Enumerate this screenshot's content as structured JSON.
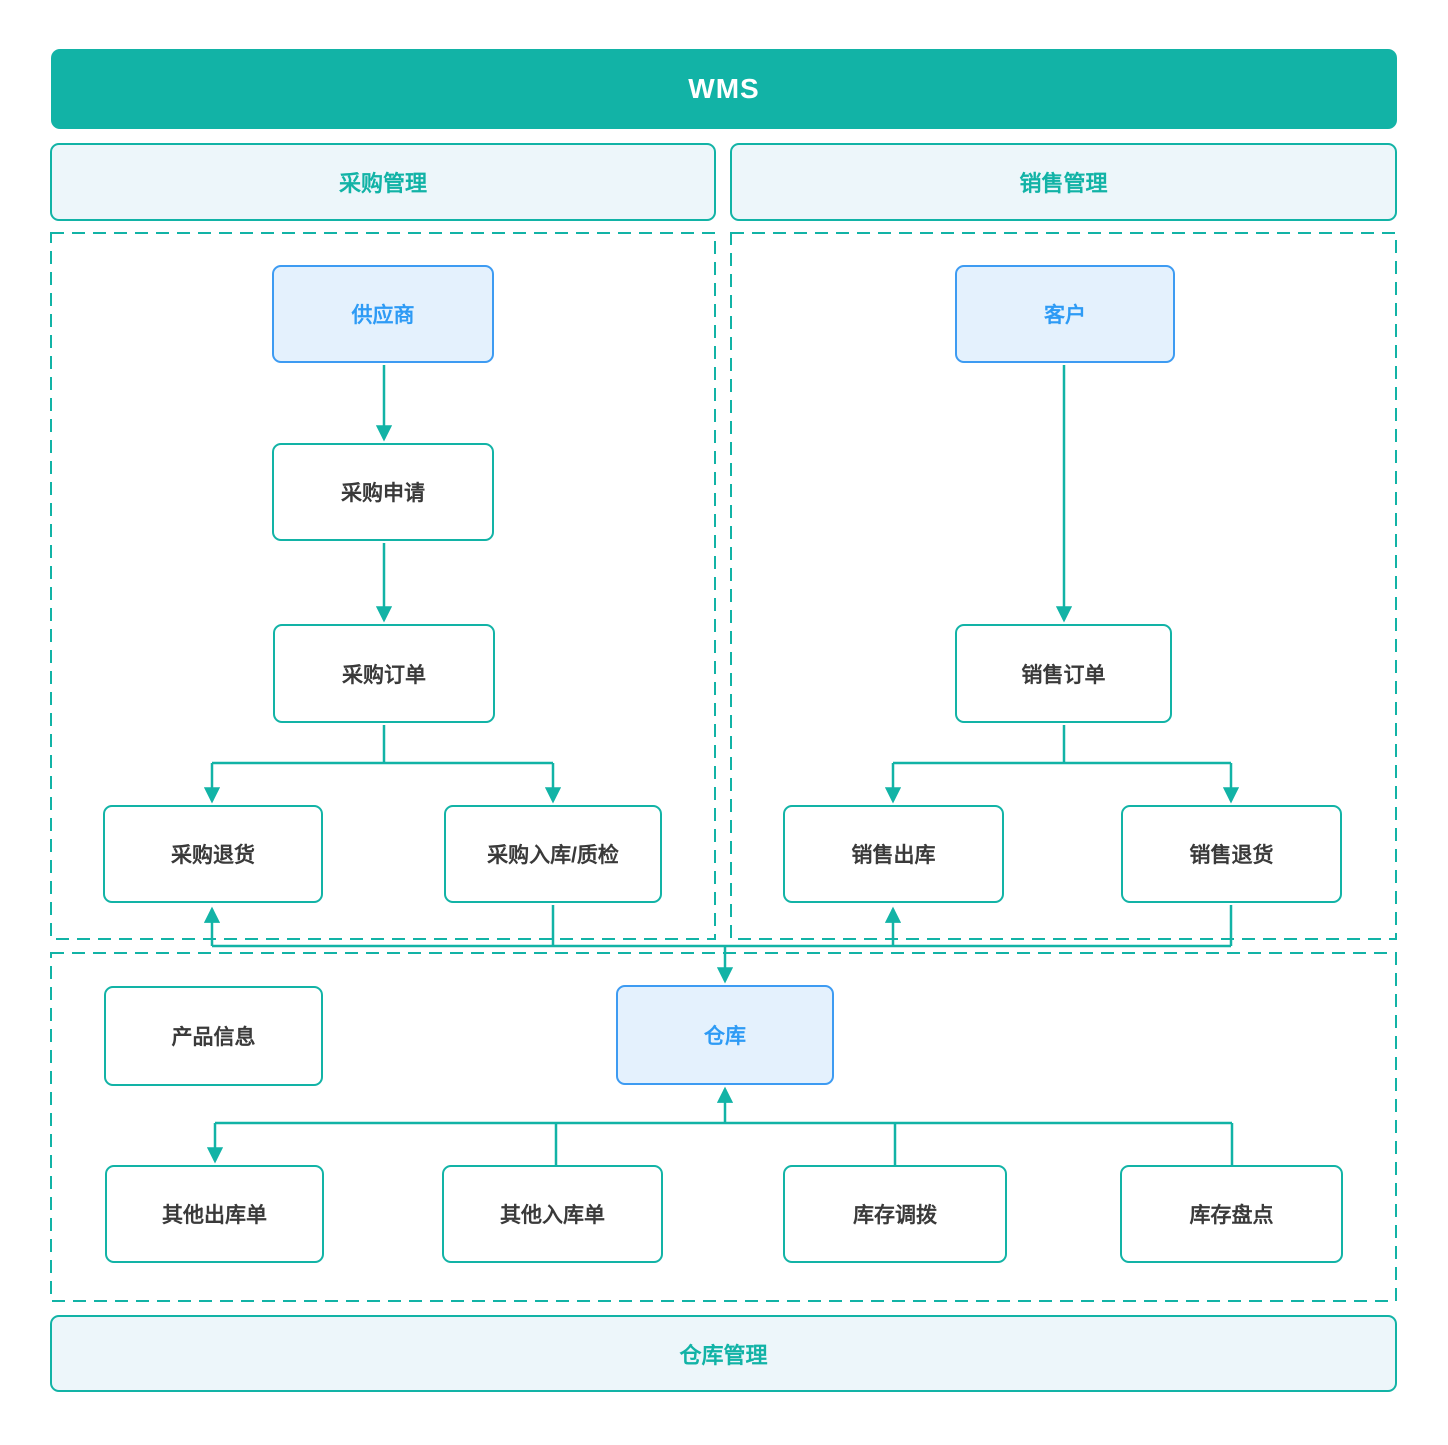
{
  "app": {
    "title": "WMS"
  },
  "headers": {
    "purchase": "采购管理",
    "sales": "销售管理",
    "warehouse": "仓库管理"
  },
  "nodes": {
    "supplier": "供应商",
    "purchase_request": "采购申请",
    "purchase_order": "采购订单",
    "purchase_return": "采购退货",
    "purchase_inbound_qc": "采购入库/质检",
    "customer": "客户",
    "sales_order": "销售订单",
    "sales_outbound": "销售出库",
    "sales_return": "销售退货",
    "product_info": "产品信息",
    "warehouse": "仓库",
    "other_outbound": "其他出库单",
    "other_inbound": "其他入库单",
    "stock_transfer": "库存调拨",
    "stock_count": "库存盘点"
  },
  "edges": [
    {
      "from": "supplier",
      "to": "purchase_request",
      "arrow": true
    },
    {
      "from": "purchase_request",
      "to": "purchase_order",
      "arrow": true
    },
    {
      "from": "purchase_order",
      "to": "purchase_return",
      "arrow": true
    },
    {
      "from": "purchase_order",
      "to": "purchase_inbound_qc",
      "arrow": true
    },
    {
      "from": "customer",
      "to": "sales_order",
      "arrow": true
    },
    {
      "from": "sales_order",
      "to": "sales_outbound",
      "arrow": true
    },
    {
      "from": "sales_order",
      "to": "sales_return",
      "arrow": true
    },
    {
      "from": "purchase_inbound_qc",
      "to": "warehouse",
      "arrow": true
    },
    {
      "from": "sales_return",
      "to": "warehouse",
      "arrow": true
    },
    {
      "from": "warehouse",
      "to": "purchase_return",
      "arrow": true
    },
    {
      "from": "warehouse",
      "to": "sales_outbound",
      "arrow": true
    },
    {
      "from": "warehouse",
      "to": "other_outbound",
      "arrow": true
    },
    {
      "from": "other_inbound",
      "to": "warehouse",
      "arrow": true
    },
    {
      "from": "stock_transfer",
      "to": "warehouse",
      "arrow": true
    },
    {
      "from": "stock_count",
      "to": "warehouse",
      "arrow": true
    }
  ],
  "colors": {
    "teal": "#12B3A6",
    "header_fill": "#EDF6FA",
    "blue_border": "#3D9BF2",
    "blue_fill": "#E4F1FD",
    "blue_text": "#2E9BF5",
    "dark_text": "#3A3A3A"
  }
}
